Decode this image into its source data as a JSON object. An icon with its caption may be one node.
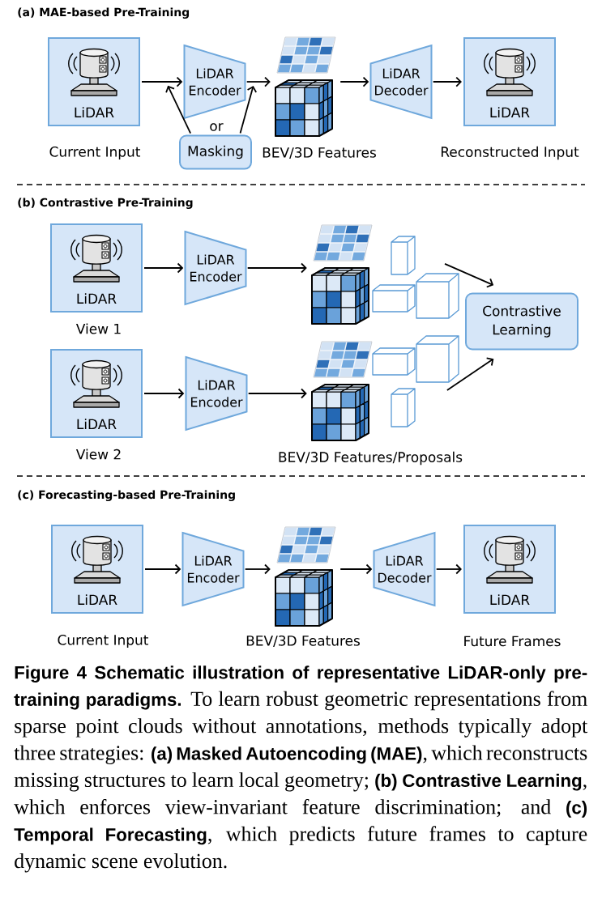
{
  "diagram": {
    "nodes": [
      {
        "text": [
          "LiDAR"
        ],
        "beside": [
          "Current Input"
        ]
      },
      {
        "text": [
          "LiDAR Encoder"
        ]
      },
      {
        "text": [
          "Masking"
        ]
      },
      {
        "text": [],
        "shape": "picture",
        "beside": [
          "BEV/3D Features"
        ]
      },
      {
        "text": [
          "LiDAR Decoder"
        ]
      },
      {
        "text": [
          "LiDAR"
        ],
        "beside": [
          "Reconstructed Input"
        ]
      },
      {
        "text": [
          "LiDAR"
        ],
        "beside": [
          "View 1"
        ]
      },
      {
        "text": [
          "LiDAR Encoder"
        ]
      },
      {
        "text": [],
        "shape": "picture"
      },
      {
        "text": [
          "Contrastive Learning"
        ]
      },
      {
        "text": [
          "LiDAR"
        ],
        "beside": [
          "View 2"
        ]
      },
      {
        "text": [
          "LiDAR Encoder"
        ]
      },
      {
        "text": [],
        "shape": "picture",
        "beside": [
          "BEV/3D Features/Proposals"
        ]
      },
      {
        "text": [
          "LiDAR"
        ],
        "beside": [
          "Current Input"
        ]
      },
      {
        "text": [
          "LiDAR Encoder"
        ]
      },
      {
        "text": [],
        "shape": "picture",
        "beside": [
          "BEV/3D Features"
        ]
      },
      {
        "text": [
          "LiDAR Decoder"
        ]
      },
      {
        "text": [
          "LiDAR"
        ],
        "beside": [
          "Future Frames"
        ]
      }
    ],
    "edges": [
      {
        "from": 0,
        "to": 1,
        "arrow": "to"
      },
      {
        "from": 1,
        "to": 3,
        "arrow": "to"
      },
      {
        "from": 3,
        "to": 4,
        "arrow": "to"
      },
      {
        "from": 4,
        "to": 5,
        "arrow": "to"
      },
      {
        "from": 2,
        "to": 1,
        "arrow": "to"
      },
      {
        "from": 2,
        "to": 1,
        "arrow": "to"
      },
      {
        "from": 6,
        "to": 7,
        "arrow": "to"
      },
      {
        "from": 7,
        "to": 8,
        "arrow": "to"
      },
      {
        "from": 8,
        "to": 9,
        "arrow": "to"
      },
      {
        "from": 10,
        "to": 11,
        "arrow": "to"
      },
      {
        "from": 11,
        "to": 12,
        "arrow": "to"
      },
      {
        "from": 12,
        "to": 9,
        "arrow": "to"
      },
      {
        "from": 13,
        "to": 14,
        "arrow": "to"
      },
      {
        "from": 14,
        "to": 15,
        "arrow": "to"
      },
      {
        "from": 15,
        "to": 16,
        "arrow": "to"
      },
      {
        "from": 16,
        "to": 17,
        "arrow": "to"
      }
    ],
    "labels": [
      "(a) MAE-based Pre-Training",
      "or",
      "(b) Contrastive Pre-Training",
      "(c) Forecasting-based Pre-Training"
    ],
    "caption": "**Figure 4 Schematic illustration of representative LiDAR-only pre-training paradigms.** To learn robust geometric representations from sparse point clouds without annotations, methods typically adopt three strategies: **(a) Masked Autoencoding (MAE)**, which reconstructs missing structures to learn local geometry; **(b) Contrastive Learning**, which enforces view-invariant feature discrimination; and **(c) Temporal Forecasting**, which predicts future frames to capture dynamic scene evolution."
  }
}
